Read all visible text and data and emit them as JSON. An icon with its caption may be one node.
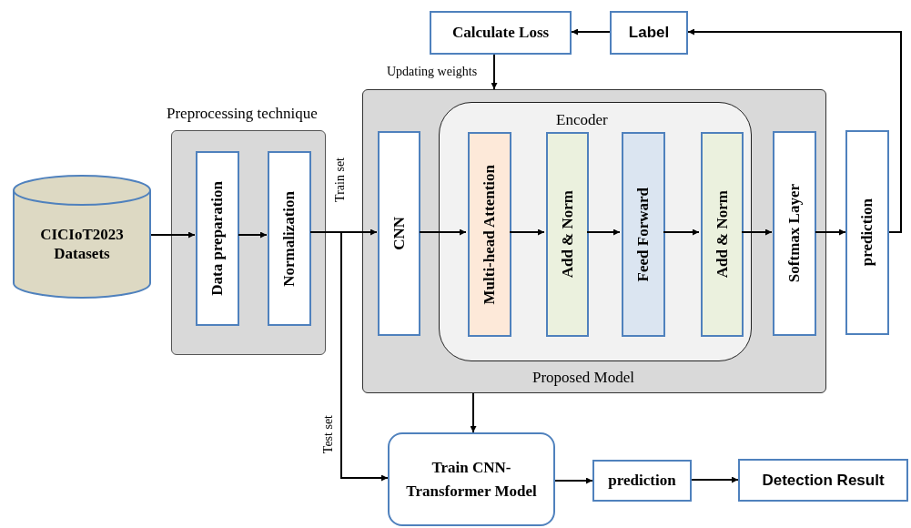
{
  "diagram": {
    "nodes": [
      {
        "text": [
          "Calculate Loss"
        ]
      },
      {
        "text": [
          "Label"
        ]
      },
      {
        "text": [
          "Preprocessing technique"
        ]
      },
      {
        "text": [
          "Data preparation"
        ],
        "in": 2
      },
      {
        "text": [
          "Normalization"
        ],
        "in": 2
      },
      {
        "text": [
          "CICIoT2023 Datasets"
        ]
      },
      {
        "text": [
          "Proposed Model"
        ]
      },
      {
        "text": [
          "CNN"
        ],
        "in": 6
      },
      {
        "text": [
          "Encoder"
        ],
        "in": 6
      },
      {
        "text": [
          "Multi-head Attention"
        ],
        "in": 8
      },
      {
        "text": [
          "Add & Norm"
        ],
        "in": 8
      },
      {
        "text": [
          "Feed Forward"
        ],
        "in": 8
      },
      {
        "text": [
          "Add & Norm"
        ],
        "in": 8
      },
      {
        "text": [
          "Softmax Layer"
        ],
        "in": 6
      },
      {
        "text": [
          "prediction"
        ]
      },
      {
        "text": [
          "Train CNN-Transformer Model"
        ]
      },
      {
        "text": [
          "prediction"
        ]
      },
      {
        "text": [
          "Detection Result"
        ]
      }
    ],
    "edges": [
      {
        "from": 5,
        "to": 3,
        "arrow": "to"
      },
      {
        "from": 3,
        "to": 4,
        "arrow": "to"
      },
      {
        "from": 4,
        "to": 7,
        "arrow": "to",
        "label": "Train set"
      },
      {
        "from": 4,
        "to": 15,
        "arrow": "to",
        "label": "Test set"
      },
      {
        "from": 7,
        "to": 9,
        "arrow": "to"
      },
      {
        "from": 9,
        "to": 10,
        "arrow": "to"
      },
      {
        "from": 10,
        "to": 11,
        "arrow": "to"
      },
      {
        "from": 11,
        "to": 12,
        "arrow": "to"
      },
      {
        "from": 12,
        "to": 13,
        "arrow": "to"
      },
      {
        "from": 13,
        "to": 14,
        "arrow": "to"
      },
      {
        "from": 14,
        "to": 1,
        "arrow": "to"
      },
      {
        "from": 1,
        "to": 0,
        "arrow": "to"
      },
      {
        "from": 0,
        "to": 6,
        "arrow": "to",
        "label": "Updating weights"
      },
      {
        "from": 6,
        "to": 15,
        "arrow": "to"
      },
      {
        "from": 15,
        "to": 16,
        "arrow": "to"
      },
      {
        "from": 16,
        "to": 17,
        "arrow": "to"
      }
    ]
  }
}
